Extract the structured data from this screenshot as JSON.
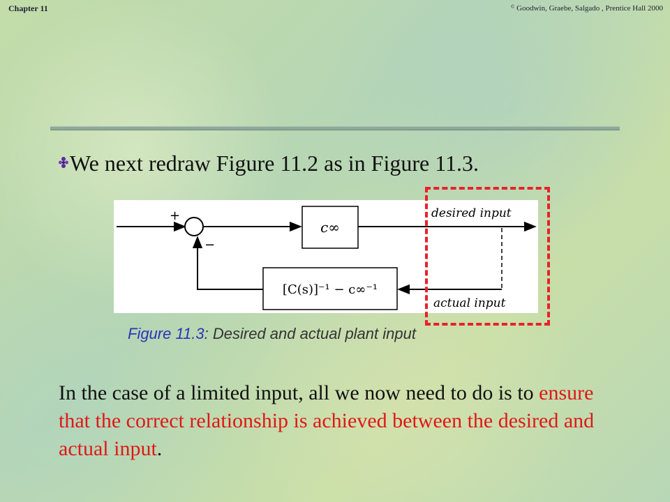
{
  "header": {
    "chapter": "Chapter 11",
    "copyright_mark": "©",
    "copyright_text": "Goodwin, Graebe, Salgado , Prentice Hall 2000"
  },
  "bullet": {
    "text": "We next redraw Figure 11.2 as in Figure 11.3."
  },
  "figure": {
    "plus_sign": "+",
    "minus_sign": "−",
    "forward_block": "c∞",
    "feedback_block": "[C(s)]⁻¹ − c∞⁻¹",
    "desired_label": "desired input",
    "actual_label": "actual input"
  },
  "caption": {
    "number": "Figure 11.3",
    "text": ":  Desired and actual plant input"
  },
  "paragraph": {
    "part1": "In the case of a limited input, all we now need to do is to ",
    "highlight": "ensure that the correct relationship is achieved between the desired and actual input",
    "part2": "."
  },
  "colors": {
    "accent_red": "#e01818",
    "caption_blue": "#2a35b5",
    "bullet_purple": "#5b2a9c"
  },
  "icons": {
    "bullet": "diamond-bullet-icon",
    "summing_junction": "summing-junction-icon"
  }
}
